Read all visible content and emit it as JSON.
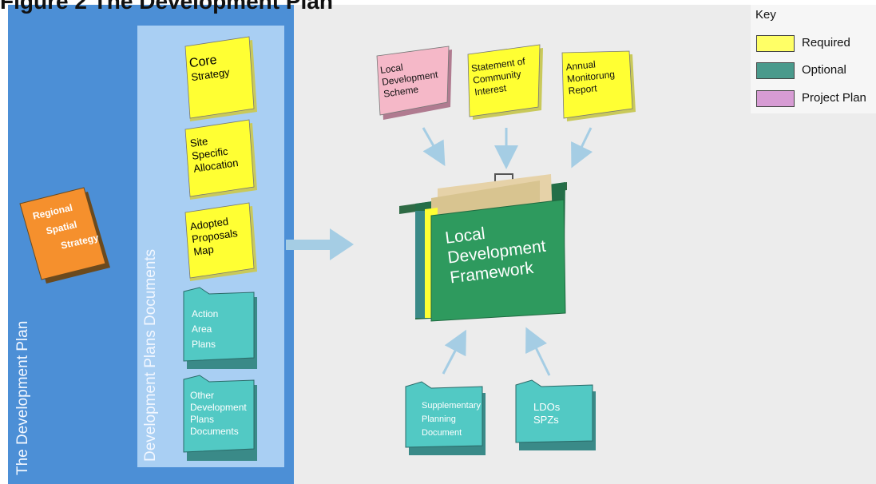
{
  "title": "Figure 2 The Development Plan",
  "panel_labels": {
    "development_plan": "The Development Plan",
    "dpd": "Development Plans Documents"
  },
  "rss": [
    "Regional",
    "Spatial",
    "Strategy"
  ],
  "dpd_folders": {
    "core": [
      "Core",
      "Strategy"
    ],
    "site": [
      "Site",
      "Specific",
      "Allocation"
    ],
    "adopted": [
      "Adopted",
      "Proposals",
      "Map"
    ],
    "action": [
      "Action",
      "Area",
      "Plans"
    ],
    "other": [
      "Other",
      "Development",
      "Plans",
      "Documents"
    ]
  },
  "top_folders": {
    "lds": [
      "Local",
      "Development",
      "Scheme"
    ],
    "sci": [
      "Statement of",
      "Community",
      "Interest"
    ],
    "amr": [
      "Annual",
      "Monitorung",
      "Report"
    ]
  },
  "ldf": [
    "Local",
    "Development",
    "Framework"
  ],
  "bottom_folders": {
    "spd": [
      "Supplementary",
      "Planning",
      "Document"
    ],
    "ldo": [
      "LDOs",
      "SPZs"
    ]
  },
  "key": {
    "title": "Key",
    "items": [
      {
        "label": "Required",
        "color": "#ffff66"
      },
      {
        "label": "Optional",
        "color": "#4a9a8c"
      },
      {
        "label": "Project Plan",
        "color": "#d79cd4"
      }
    ]
  },
  "colors": {
    "required": "#ffff33",
    "optional": "#52c9c4",
    "project": "#f5b8c8",
    "rss": "#f5902d",
    "ldf": "#2e9a5e",
    "arrow": "#a5cde4"
  }
}
